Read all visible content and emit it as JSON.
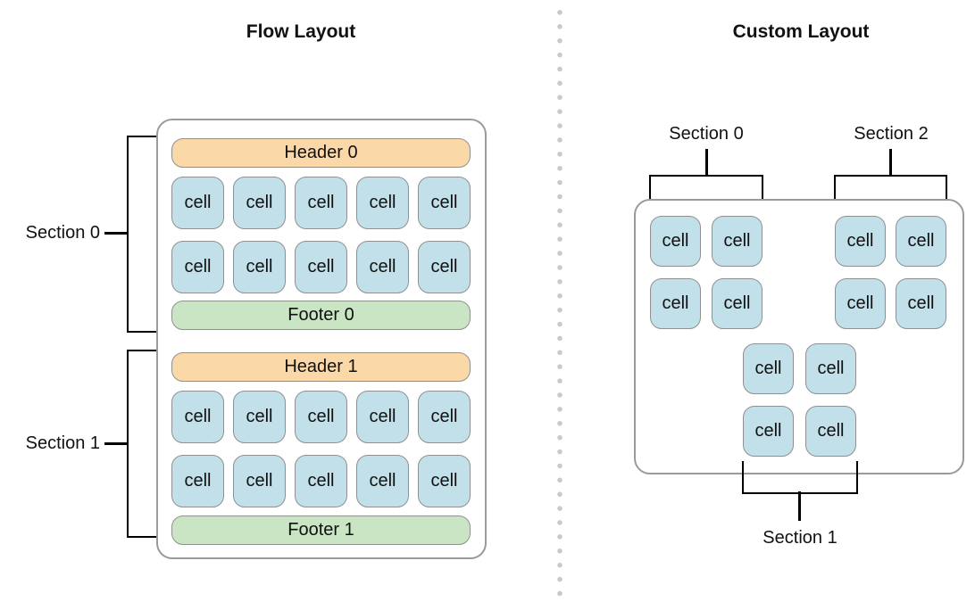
{
  "flow": {
    "title": "Flow Layout",
    "cell_label": "cell",
    "sections": [
      {
        "side_label": "Section 0",
        "header": "Header 0",
        "footer": "Footer 0"
      },
      {
        "side_label": "Section 1",
        "header": "Header 1",
        "footer": "Footer 1"
      }
    ]
  },
  "custom": {
    "title": "Custom Layout",
    "cell_label": "cell",
    "groups": [
      {
        "label": "Section 0"
      },
      {
        "label": "Section 2"
      },
      {
        "label": "Section 1"
      }
    ]
  },
  "colors": {
    "header_fill": "#FAD8A8",
    "footer_fill": "#C9E5C4",
    "cell_fill": "#C2E0EA",
    "shape_border": "#909090",
    "container_border": "#9A9A9A",
    "bracket": "#000000",
    "divider_dot": "#C9C9C9"
  }
}
